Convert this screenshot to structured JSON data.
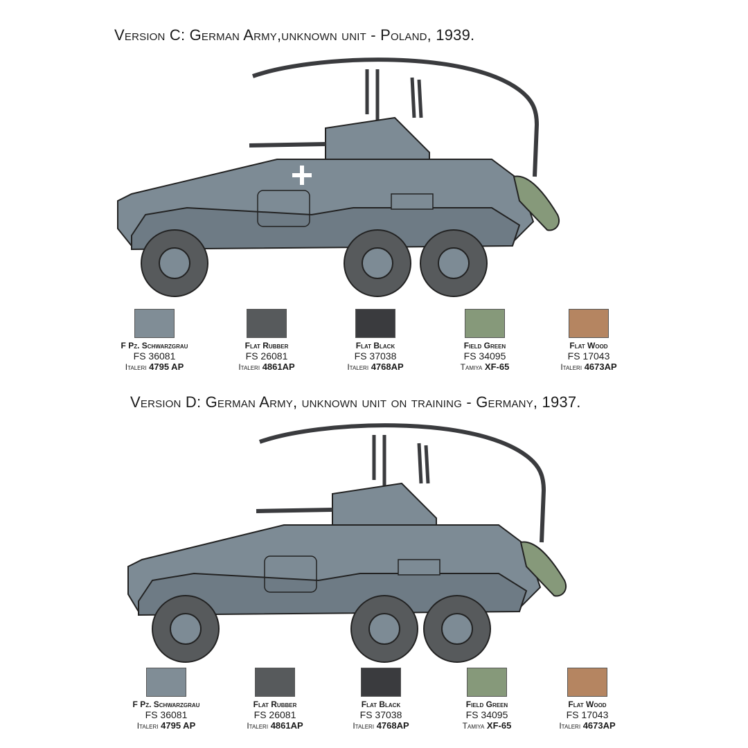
{
  "versions": [
    {
      "title": "Version C: German Army,unknown unit - Poland, 1939.",
      "has_cross_marking": true
    },
    {
      "title": "Version D: German Army, unknown unit on training - Germany, 1937.",
      "has_cross_marking": false
    }
  ],
  "colors": {
    "hull": "#7d8b95",
    "hull_dark": "#5f6c76",
    "rubber": "#575a5c",
    "black": "#3a3b3e",
    "green": "#86997a",
    "wood": "#b58561"
  },
  "swatches": [
    {
      "name": "F Pz. Schwarzgrau",
      "fs": "FS 36081",
      "brand": "Italeri",
      "code": "4795 AP",
      "color": "#808d96"
    },
    {
      "name": "Flat Rubber",
      "fs": "FS 26081",
      "brand": "Italeri",
      "code": "4861AP",
      "color": "#575a5c"
    },
    {
      "name": "Flat Black",
      "fs": "FS 37038",
      "brand": "Italeri",
      "code": "4768AP",
      "color": "#3a3b3e"
    },
    {
      "name": "Field Green",
      "fs": "FS 34095",
      "brand": "Tamiya",
      "code": "XF-65",
      "color": "#86997a"
    },
    {
      "name": "Flat Wood",
      "fs": "FS 17043",
      "brand": "Italeri",
      "code": "4673AP",
      "color": "#b58561"
    }
  ]
}
